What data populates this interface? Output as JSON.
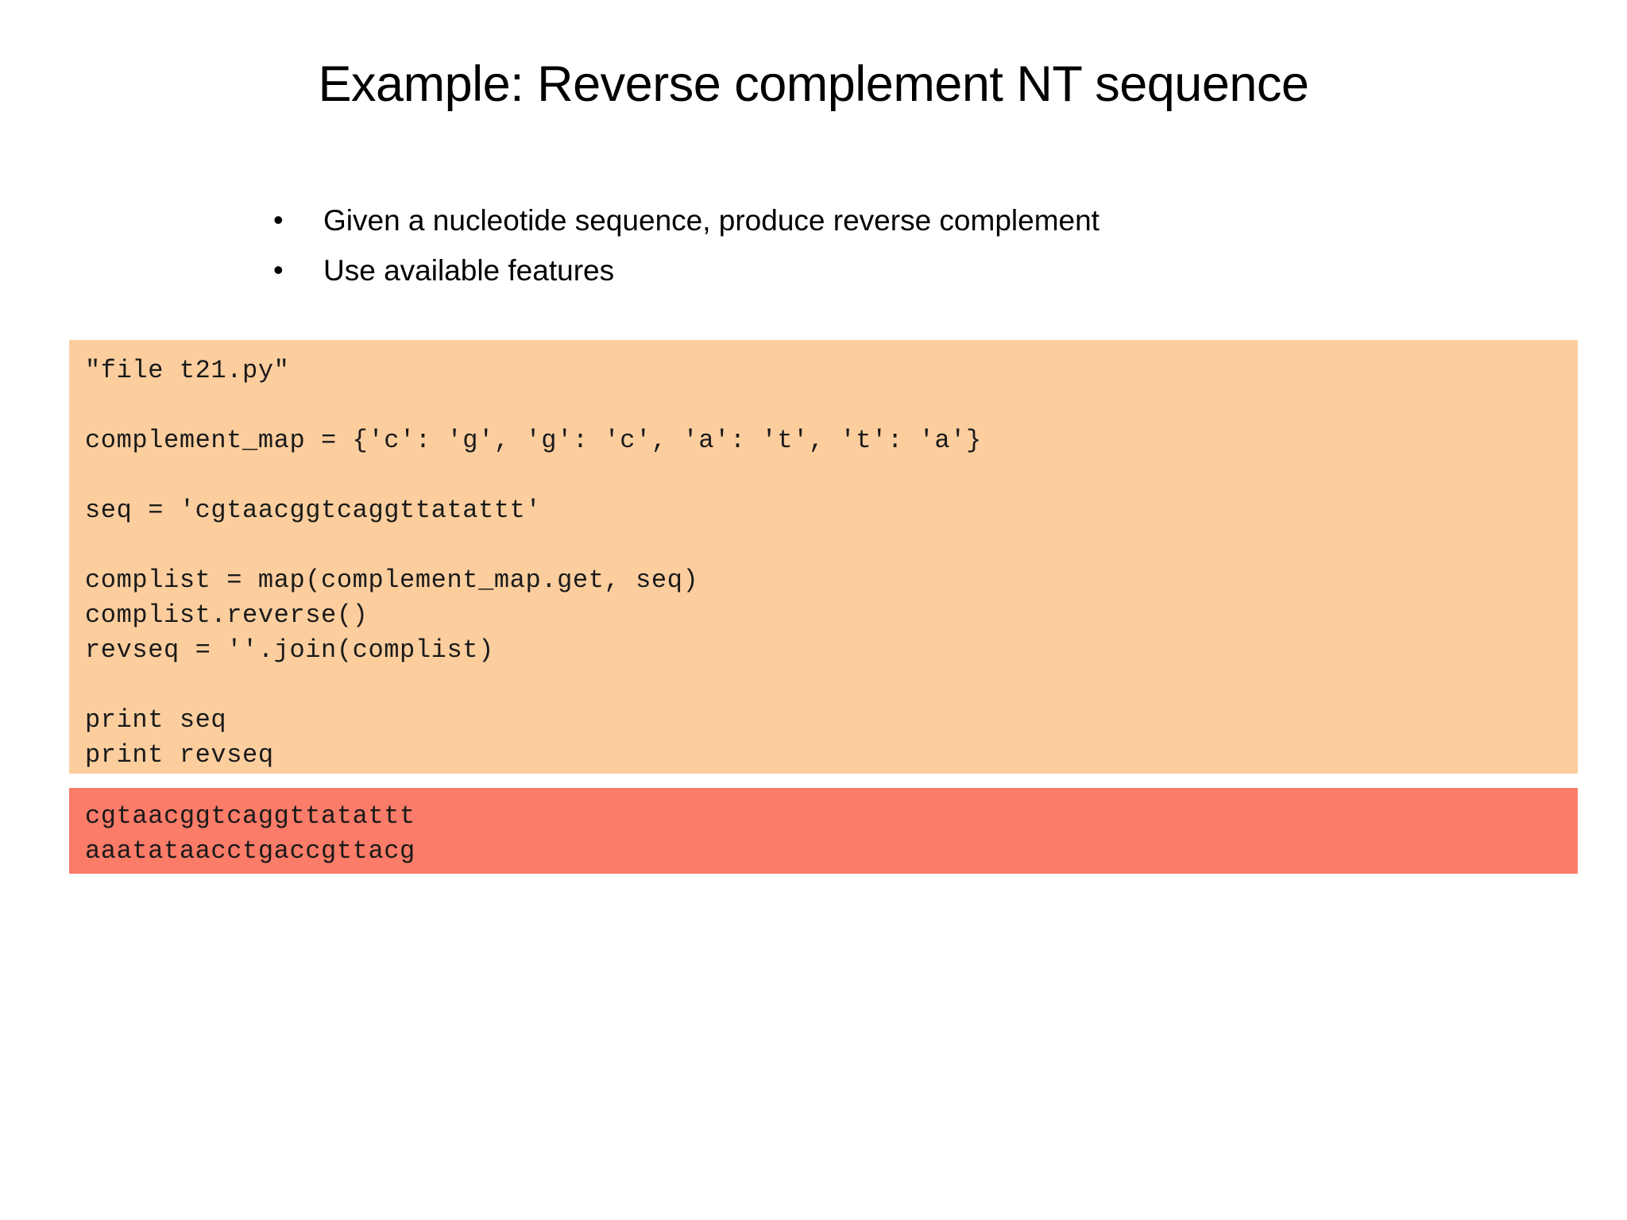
{
  "slide": {
    "title": "Example: Reverse complement NT sequence",
    "bullets": [
      {
        "marker": "•",
        "text": "Given a nucleotide sequence, produce reverse complement"
      },
      {
        "marker": "•",
        "text": "Use available features"
      }
    ],
    "code_block": {
      "background_color": "#FCCE9E",
      "lines": [
        "\"file t21.py\"",
        "",
        "complement_map = {'c': 'g', 'g': 'c', 'a': 't', 't': 'a'}",
        "",
        "seq = 'cgtaacggtcaggttatattt'",
        "",
        "complist = map(complement_map.get, seq)",
        "complist.reverse()",
        "revseq = ''.join(complist)",
        "",
        "print seq",
        "print revseq"
      ]
    },
    "output_block": {
      "background_color": "#FB7C68",
      "lines": [
        "cgtaacggtcaggttatattt",
        "aaatataacctgaccgttacg"
      ]
    }
  }
}
